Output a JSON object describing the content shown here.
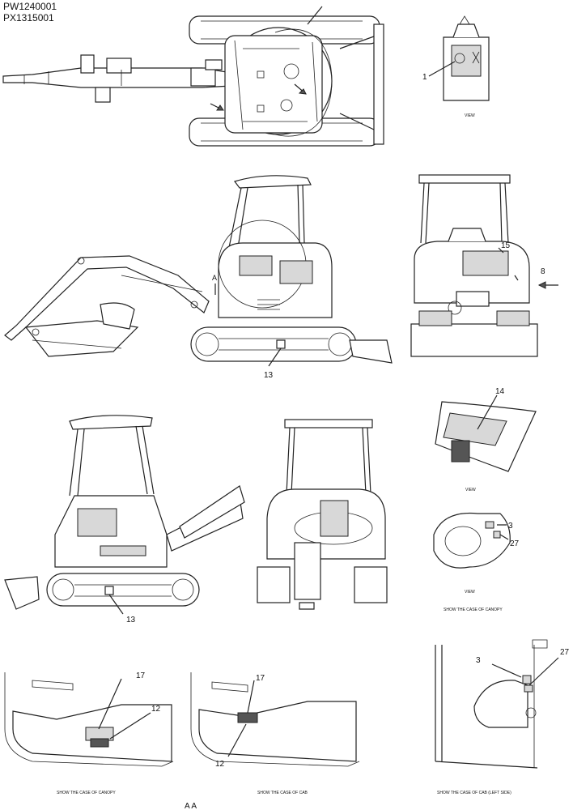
{
  "codes": [
    "PW1240001",
    "PX1315001"
  ],
  "callouts": {
    "c1": "1",
    "c15": "15",
    "c8": "8",
    "c13a": "13",
    "c14": "14",
    "c3a": "3",
    "c27a": "27",
    "c13b": "13",
    "c17a": "17",
    "c12a": "12",
    "c17b": "17",
    "c12b": "12",
    "c3b": "3",
    "c27b": "27"
  },
  "captions": {
    "view_top": "VIEW",
    "view_mid": "VIEW",
    "view_lower": "VIEW",
    "show_canopy": "SHOW THE CASE OF CANOPY",
    "show_canopy_bottom": "SHOW THE CASE OF CANOPY",
    "show_cab": "SHOW THE CASE OF CAB",
    "show_cab_left": "SHOW THE CASE OF CAB (LEFT SIDE)",
    "section_marker": "A",
    "section": "A  A"
  },
  "icons": [
    "excavator-top-view",
    "excavator-side-view",
    "excavator-rear-view",
    "excavator-front-view",
    "decal-detail"
  ]
}
